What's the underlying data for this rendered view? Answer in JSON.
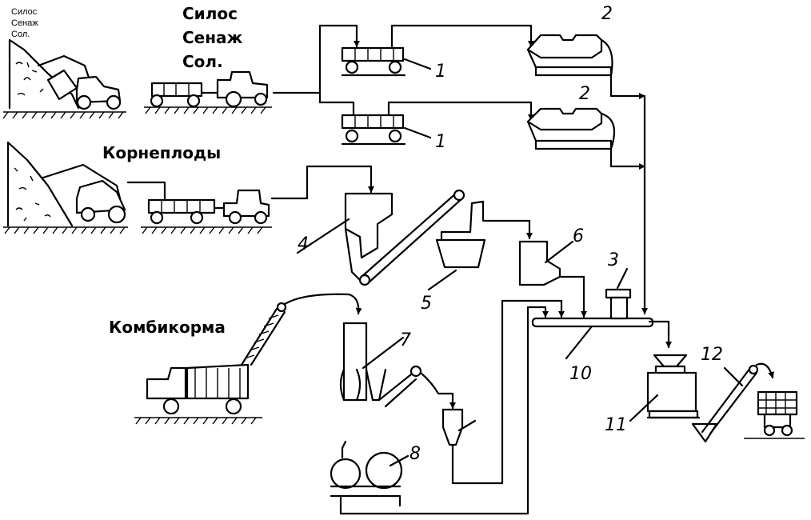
{
  "sources": {
    "silage_small": [
      "Силос",
      "Сенаж",
      "Сол."
    ],
    "silage_large": [
      "Силос",
      "Сенаж",
      "Сол."
    ],
    "root_crops": "Корнеплоды",
    "compound_feed": "Комбикорма"
  },
  "numbers": {
    "n1a": "1",
    "n1b": "1",
    "n2a": "2",
    "n2b": "2",
    "n3": "3",
    "n4": "4",
    "n5": "5",
    "n6": "6",
    "n7": "7",
    "n8": "8",
    "n10": "10",
    "n11": "11",
    "n12": "12"
  }
}
